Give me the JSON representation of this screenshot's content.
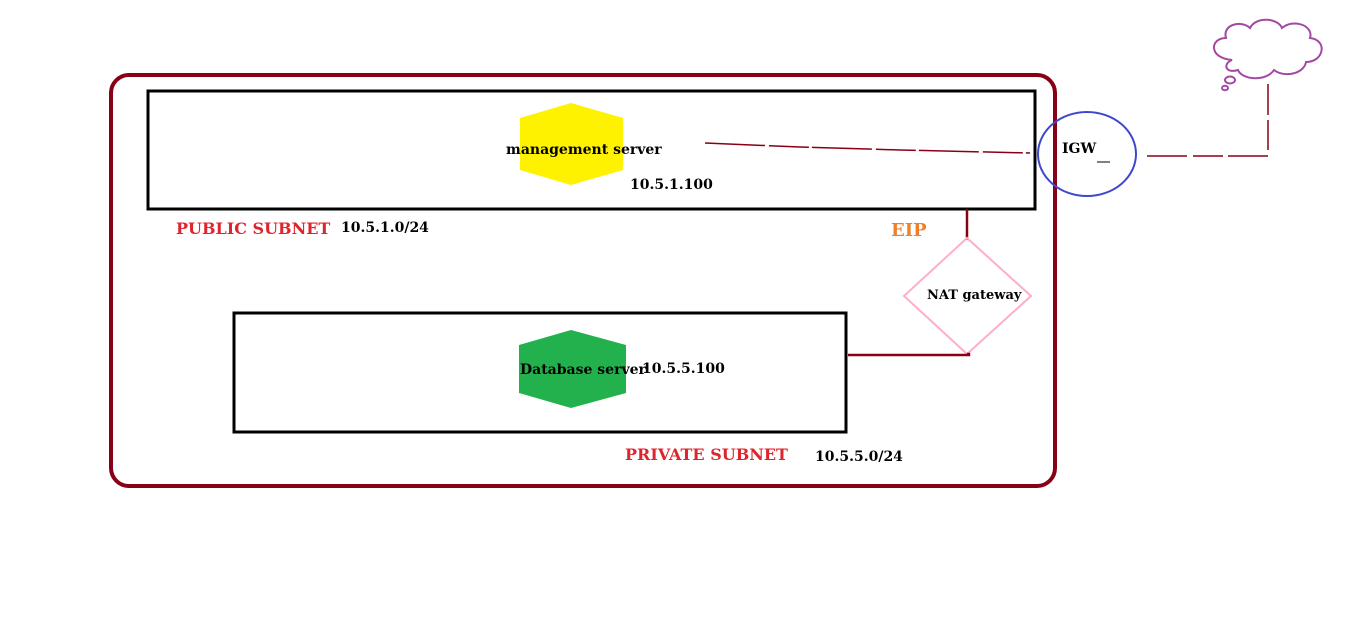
{
  "colors": {
    "vpc_border": "#880015",
    "subnet_border": "#000000",
    "management_server": "#fff200",
    "database_server": "#22b14c",
    "igw_circle": "#3f48cc",
    "nat_diamond": "#ffaec9",
    "cloud": "#a349a4",
    "label_red": "#e0242c",
    "label_orange": "#f07f2a"
  },
  "public_subnet": {
    "label": "PUBLIC SUBNET",
    "cidr": "10.5.1.0/24",
    "server_label": "management server",
    "server_ip": "10.5.1.100"
  },
  "private_subnet": {
    "label": "PRIVATE SUBNET",
    "cidr": "10.5.5.0/24",
    "server_label": "Database server",
    "server_ip": "10.5.5.100"
  },
  "igw": {
    "label": "IGW"
  },
  "nat": {
    "label": "NAT gateway",
    "eip_label": "EIP"
  }
}
